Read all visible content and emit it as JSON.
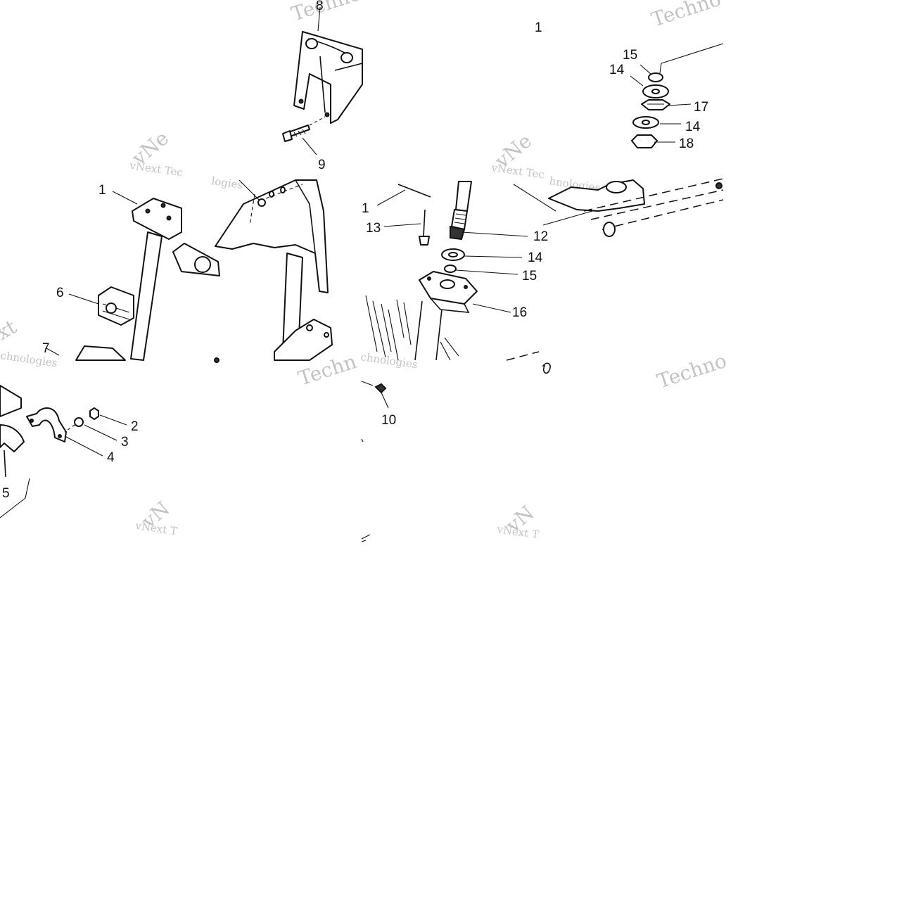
{
  "callouts": {
    "top_8": "8",
    "top_9": "9",
    "top_1": "1",
    "tr_15": "15",
    "tr_14a": "14",
    "tr_17": "17",
    "tr_14b": "14",
    "tr_18": "18",
    "ml_1": "1",
    "ml_6": "6",
    "ml_7": "7",
    "mr_1": "1",
    "mr_13": "13",
    "mr_12": "12",
    "mr_14": "14",
    "mr_15": "15",
    "mr_16": "16",
    "bl_2": "2",
    "bl_3": "3",
    "bl_4": "4",
    "bl_5": "5",
    "bm_10": "10"
  },
  "watermarks": {
    "w1": "Techno",
    "w2": "Techno",
    "w3": "vNext Tec",
    "w4": "vNext Tec",
    "w5": "vNe",
    "w6": "vNe",
    "w7": "xt",
    "w8": "chnologies",
    "w9": "Techn",
    "w10": "Techno",
    "w11": "vNext T",
    "w12": "vNext T",
    "w13": "vN",
    "w14": "vN",
    "w15": "logies",
    "w16": "hnologies",
    "w17": "chnologies"
  },
  "colors": {
    "line": "#111111",
    "watermark": "#b9b9b9",
    "background": "#ffffff"
  }
}
